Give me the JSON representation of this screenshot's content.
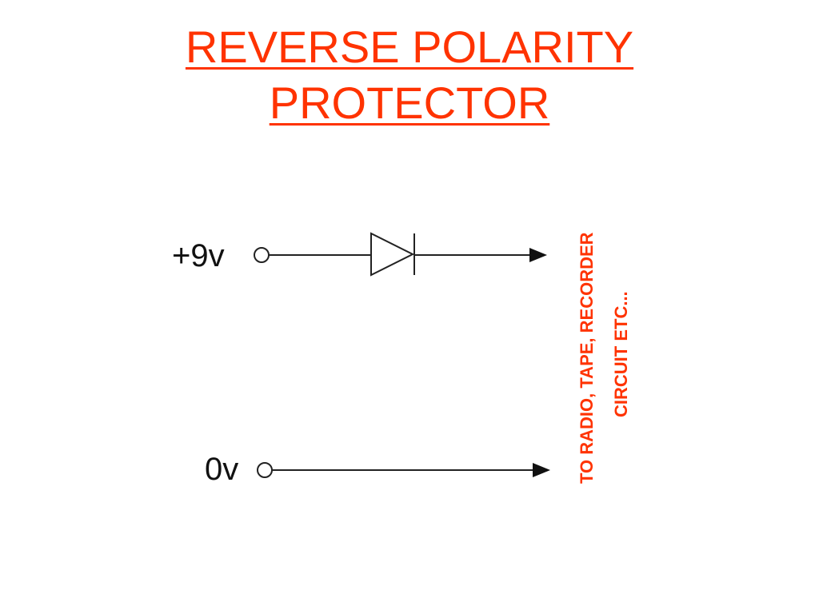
{
  "slide": {
    "title_line1": "REVERSE POLARITY",
    "title_line2": "PROTECTOR",
    "title_color": "#ff3300"
  },
  "diagram": {
    "positive_label": "+9v",
    "ground_label": "0v",
    "destination_line1": "TO RADIO, TAPE, RECORDER",
    "destination_line2": "CIRCUIT ETC...",
    "destination_color": "#ff3300",
    "components": [
      "terminal-circle",
      "diode",
      "arrow",
      "terminal-circle",
      "arrow"
    ]
  }
}
